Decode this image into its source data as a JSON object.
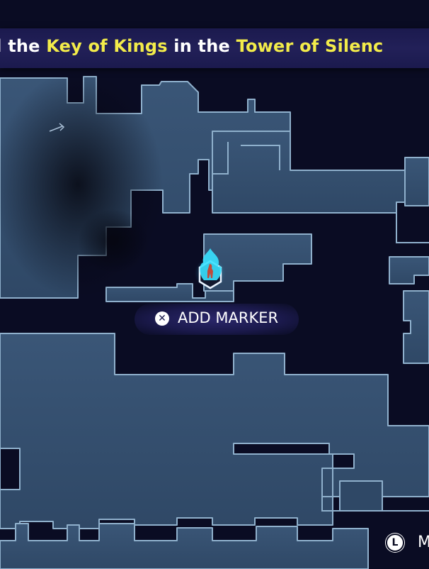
{
  "objective": {
    "prefix": "nd the ",
    "item": "Key of Kings",
    "middle": " in the ",
    "location": "Tower of Silenc"
  },
  "marker_prompt": {
    "button_glyph": "✕",
    "label": "ADD MARKER"
  },
  "legend_prompt": {
    "button_glyph": "L",
    "label": "M"
  },
  "colors": {
    "room": "#35506e",
    "room_edge": "#8fb0cc",
    "void": "#0a0c23",
    "highlight": "#f3ec4a",
    "flame": "#38e1ff"
  },
  "icons": {
    "player": "player-flame-hexagon-icon",
    "marker_button": "cross-button-icon",
    "legend_button": "l-stick-button-icon"
  }
}
